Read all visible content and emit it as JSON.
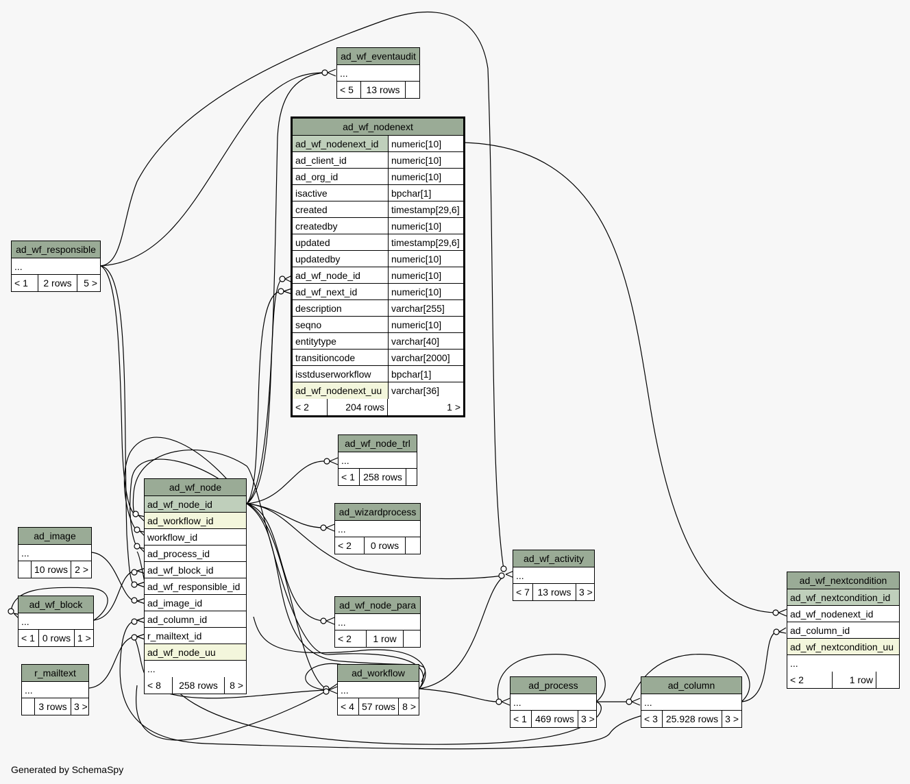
{
  "footer": "Generated by SchemaSpy",
  "colors": {
    "header": "#9aab96",
    "primary_key": "#bfcfbb",
    "unique_key": "#f3f6dc",
    "background": "#f7f7f7"
  },
  "tables": {
    "ad_wf_eventaudit": {
      "name": "ad_wf_eventaudit",
      "row": "...",
      "footer": [
        "< 5",
        "13 rows",
        ""
      ]
    },
    "ad_wf_nodenext": {
      "name": "ad_wf_nodenext",
      "columns": [
        [
          "ad_wf_nodenext_id",
          "numeric[10]"
        ],
        [
          "ad_client_id",
          "numeric[10]"
        ],
        [
          "ad_org_id",
          "numeric[10]"
        ],
        [
          "isactive",
          "bpchar[1]"
        ],
        [
          "created",
          "timestamp[29,6]"
        ],
        [
          "createdby",
          "numeric[10]"
        ],
        [
          "updated",
          "timestamp[29,6]"
        ],
        [
          "updatedby",
          "numeric[10]"
        ],
        [
          "ad_wf_node_id",
          "numeric[10]"
        ],
        [
          "ad_wf_next_id",
          "numeric[10]"
        ],
        [
          "description",
          "varchar[255]"
        ],
        [
          "seqno",
          "numeric[10]"
        ],
        [
          "entitytype",
          "varchar[40]"
        ],
        [
          "transitioncode",
          "varchar[2000]"
        ],
        [
          "isstduserworkflow",
          "bpchar[1]"
        ],
        [
          "ad_wf_nodenext_uu",
          "varchar[36]"
        ]
      ],
      "footer": [
        "< 2",
        "204 rows",
        "1 >"
      ]
    },
    "ad_wf_responsible": {
      "name": "ad_wf_responsible",
      "row": "...",
      "footer": [
        "< 1",
        "2 rows",
        "5 >"
      ]
    },
    "ad_wf_node_trl": {
      "name": "ad_wf_node_trl",
      "row": "...",
      "footer": [
        "< 1",
        "258 rows",
        ""
      ]
    },
    "ad_wizardprocess": {
      "name": "ad_wizardprocess",
      "row": "...",
      "footer": [
        "< 2",
        "0 rows",
        ""
      ]
    },
    "ad_wf_node": {
      "name": "ad_wf_node",
      "columns": [
        "ad_wf_node_id",
        "ad_workflow_id",
        "workflow_id",
        "ad_process_id",
        "ad_wf_block_id",
        "ad_wf_responsible_id",
        "ad_image_id",
        "ad_column_id",
        "r_mailtext_id",
        "ad_wf_node_uu",
        "..."
      ],
      "footer": [
        "< 8",
        "258 rows",
        "8 >"
      ]
    },
    "ad_wf_activity": {
      "name": "ad_wf_activity",
      "row": "...",
      "footer": [
        "< 7",
        "13 rows",
        "3 >"
      ]
    },
    "ad_image": {
      "name": "ad_image",
      "row": "...",
      "footer": [
        "",
        "10 rows",
        "2 >"
      ]
    },
    "ad_wf_block": {
      "name": "ad_wf_block",
      "row": "...",
      "footer": [
        "< 1",
        "0 rows",
        "1 >"
      ]
    },
    "ad_wf_node_para": {
      "name": "ad_wf_node_para",
      "row": "...",
      "footer": [
        "< 2",
        "1 row",
        ""
      ]
    },
    "ad_wf_nextcondition": {
      "name": "ad_wf_nextcondition",
      "columns": [
        "ad_wf_nextcondition_id",
        "ad_wf_nodenext_id",
        "ad_column_id",
        "ad_wf_nextcondition_uu",
        "..."
      ],
      "footer": [
        "< 2",
        "1 row",
        ""
      ]
    },
    "r_mailtext": {
      "name": "r_mailtext",
      "row": "...",
      "footer": [
        "",
        "3 rows",
        "3 >"
      ]
    },
    "ad_workflow": {
      "name": "ad_workflow",
      "row": "...",
      "footer": [
        "< 4",
        "57 rows",
        "8 >"
      ]
    },
    "ad_process": {
      "name": "ad_process",
      "row": "...",
      "footer": [
        "< 1",
        "469 rows",
        "3 >"
      ]
    },
    "ad_column": {
      "name": "ad_column",
      "row": "...",
      "footer": [
        "< 3",
        "25.928 rows",
        "3 >"
      ]
    }
  }
}
